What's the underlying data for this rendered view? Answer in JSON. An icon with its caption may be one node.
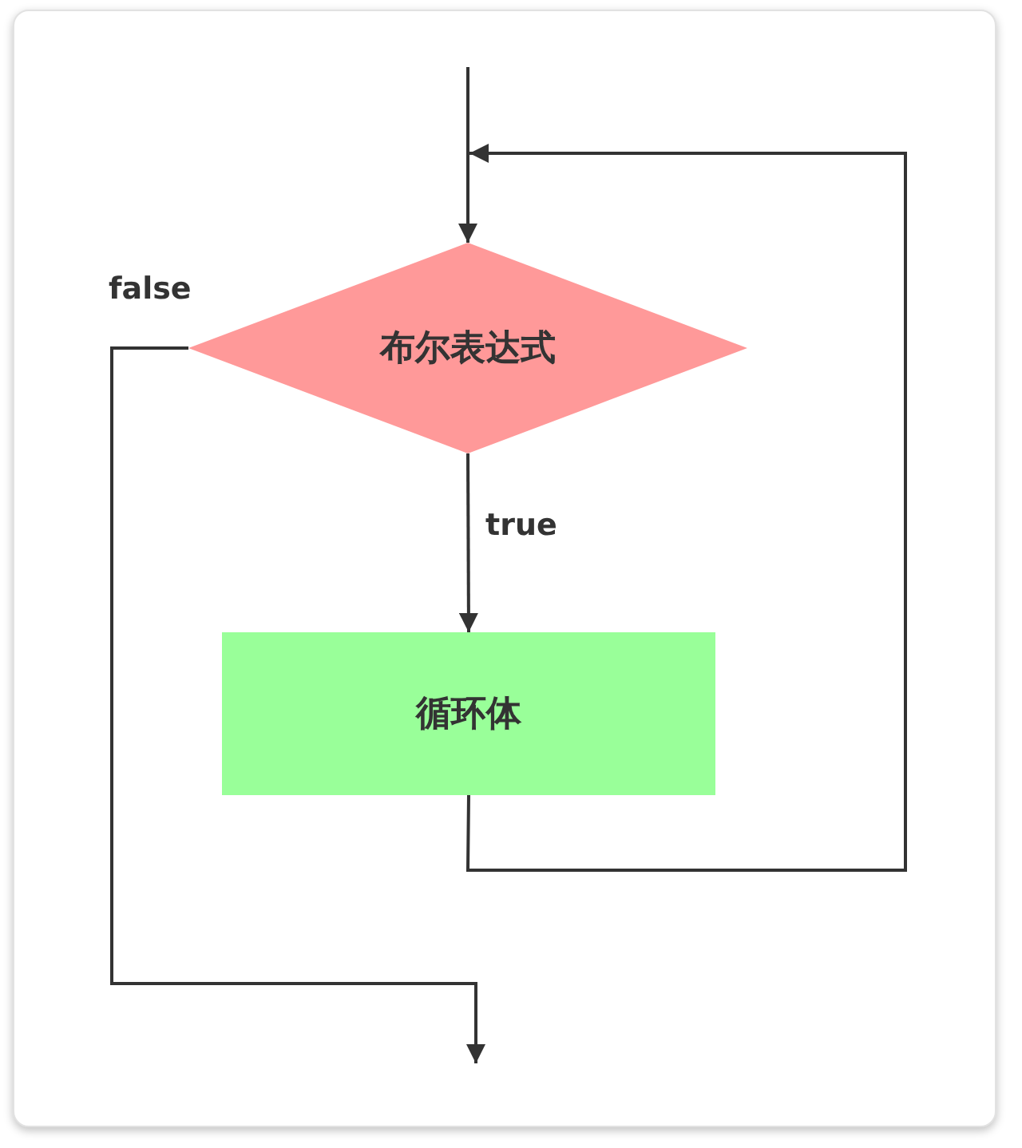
{
  "diagram": {
    "nodes": [
      {
        "text": [
          "布尔表达式"
        ]
      },
      {
        "text": [
          "循环体"
        ]
      }
    ],
    "edges": [
      {
        "from": null,
        "to": 0,
        "arrow": "to"
      },
      {
        "from": 0,
        "to": 1,
        "arrow": "to",
        "label": "true"
      },
      {
        "from": 1,
        "to": 0,
        "arrow": "to"
      },
      {
        "from": 0,
        "to": null,
        "arrow": "to",
        "label": "false"
      }
    ]
  }
}
